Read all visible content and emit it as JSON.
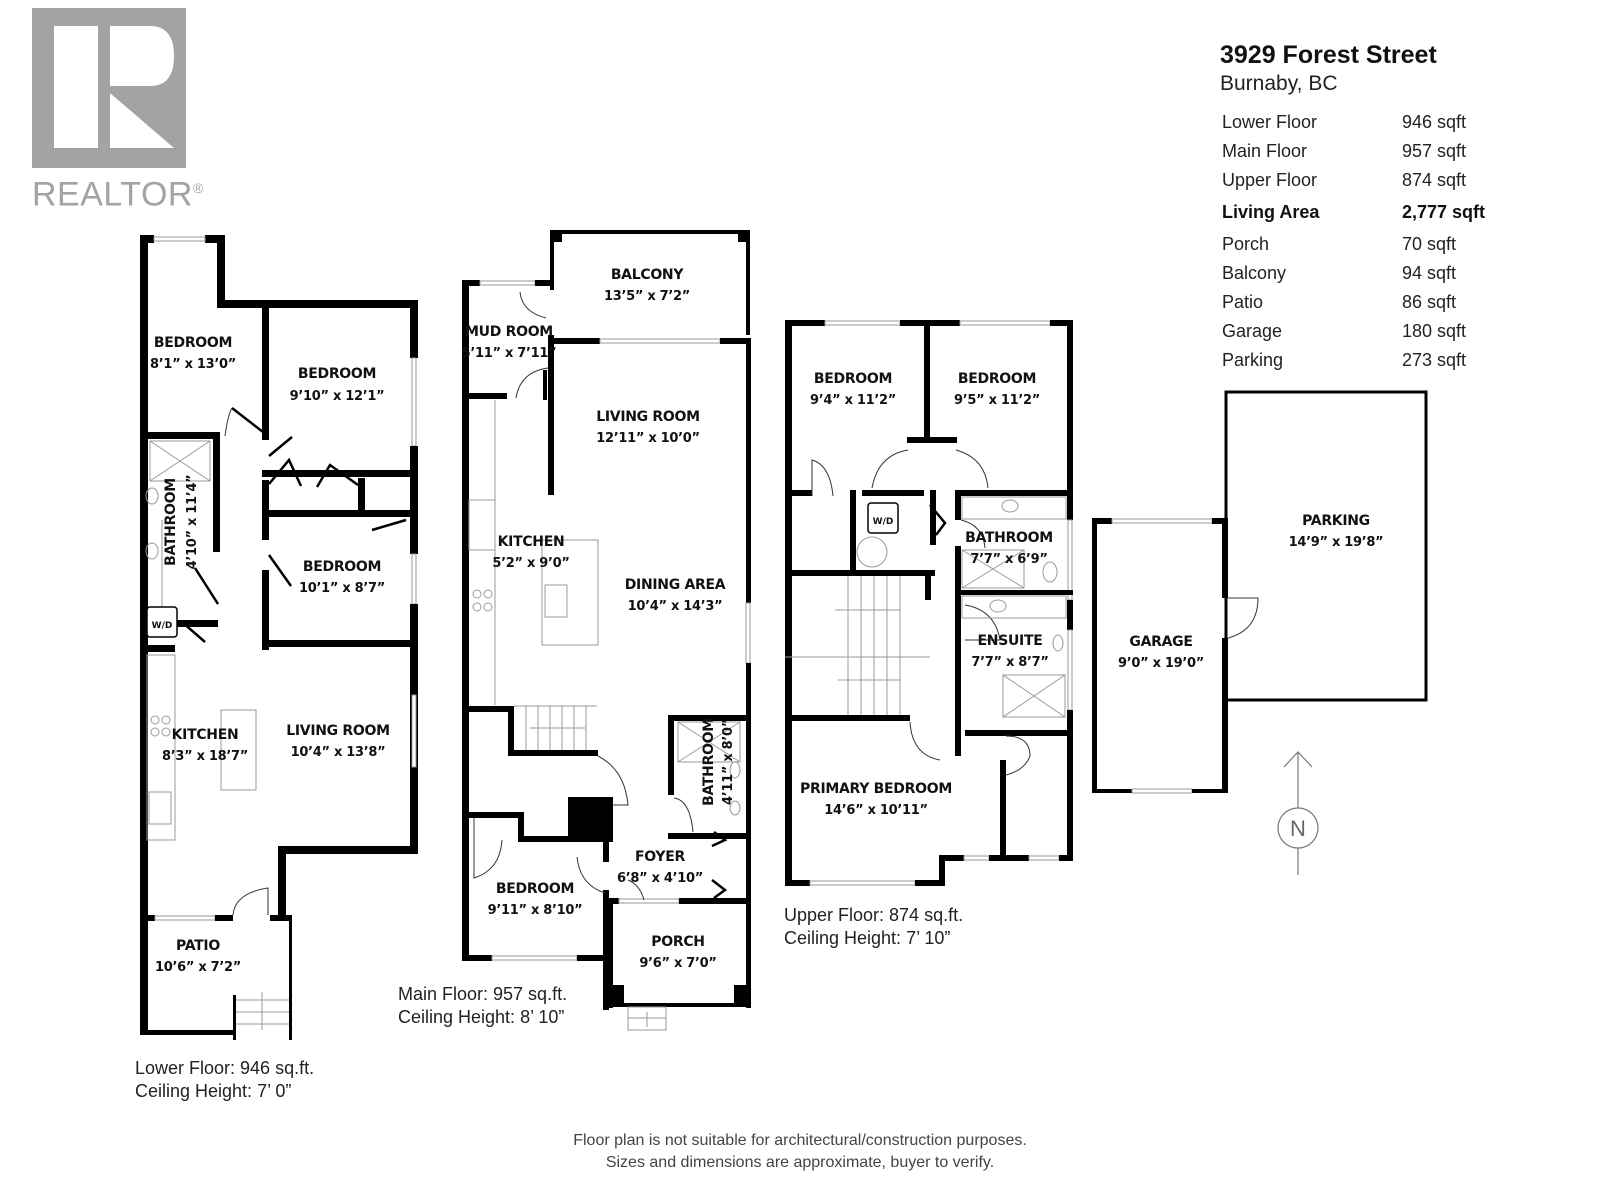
{
  "logo": {
    "text": "REALTOR",
    "mark": "®",
    "color": "#a3a3a3"
  },
  "property": {
    "address": "3929 Forest Street",
    "city": "Burnaby, BC"
  },
  "areas": [
    {
      "label": "Lower Floor",
      "value": "946 sqft",
      "bold": false
    },
    {
      "label": "Main Floor",
      "value": "957 sqft",
      "bold": false
    },
    {
      "label": "Upper Floor",
      "value": "874 sqft",
      "bold": false
    },
    {
      "label": "Living Area",
      "value": "2,777 sqft",
      "bold": true
    },
    {
      "label": "Porch",
      "value": "70 sqft",
      "bold": false
    },
    {
      "label": "Balcony",
      "value": "94 sqft",
      "bold": false
    },
    {
      "label": "Patio",
      "value": "86 sqft",
      "bold": false
    },
    {
      "label": "Garage",
      "value": "180 sqft",
      "bold": false
    },
    {
      "label": "Parking",
      "value": "273 sqft",
      "bold": false
    }
  ],
  "floors": {
    "lower": {
      "caption_area": "Lower Floor: 946 sq.ft.",
      "caption_height": "Ceiling Height: 7’ 0”",
      "rooms": [
        {
          "name": "BEDROOM",
          "dim": "8’1” x 13’0”"
        },
        {
          "name": "BEDROOM",
          "dim": "9’10” x 12’1”"
        },
        {
          "name": "BATHROOM",
          "dim": "4’10” x 11’4”"
        },
        {
          "name": "BEDROOM",
          "dim": "10’1” x 8’7”"
        },
        {
          "name": "KITCHEN",
          "dim": "8’3” x 18’7”"
        },
        {
          "name": "LIVING ROOM",
          "dim": "10’4” x 13’8”"
        },
        {
          "name": "PATIO",
          "dim": "10’6” x 7’2”"
        }
      ],
      "fixtures": {
        "washer_dryer": "W/D"
      }
    },
    "main": {
      "caption_area": "Main Floor: 957 sq.ft.",
      "caption_height": "Ceiling Height: 8’ 10”",
      "rooms": [
        {
          "name": "BALCONY",
          "dim": "13’5” x 7’2”"
        },
        {
          "name": "MUD ROOM",
          "dim": "5’11” x 7’11”"
        },
        {
          "name": "LIVING ROOM",
          "dim": "12’11” x 10’0”"
        },
        {
          "name": "KITCHEN",
          "dim": "5’2” x 9’0”"
        },
        {
          "name": "DINING AREA",
          "dim": "10’4” x 14’3”"
        },
        {
          "name": "BATHROOM",
          "dim": "4’11” x 8’0”"
        },
        {
          "name": "FOYER",
          "dim": "6’8” x 4’10”"
        },
        {
          "name": "BEDROOM",
          "dim": "9’11” x 8’10”"
        },
        {
          "name": "PORCH",
          "dim": "9’6” x 7’0”"
        }
      ]
    },
    "upper": {
      "caption_area": "Upper Floor: 874 sq.ft.",
      "caption_height": "Ceiling Height: 7’ 10”",
      "rooms": [
        {
          "name": "BEDROOM",
          "dim": "9’4” x 11’2”"
        },
        {
          "name": "BEDROOM",
          "dim": "9’5” x 11’2”"
        },
        {
          "name": "BATHROOM",
          "dim": "7’7” x 6’9”"
        },
        {
          "name": "ENSUITE",
          "dim": "7’7” x 8’7”"
        },
        {
          "name": "PRIMARY BEDROOM",
          "dim": "14’6” x 10’11”"
        }
      ],
      "fixtures": {
        "washer_dryer": "W/D"
      }
    },
    "outbuilding": {
      "rooms": [
        {
          "name": "GARAGE",
          "dim": "9’0” x 19’0”"
        },
        {
          "name": "PARKING",
          "dim": "14’9” x 19’8”"
        }
      ]
    }
  },
  "compass": {
    "label": "N"
  },
  "disclaimer": [
    "Floor plan is not suitable for architectural/construction purposes.",
    "Sizes and dimensions are approximate, buyer to verify."
  ]
}
